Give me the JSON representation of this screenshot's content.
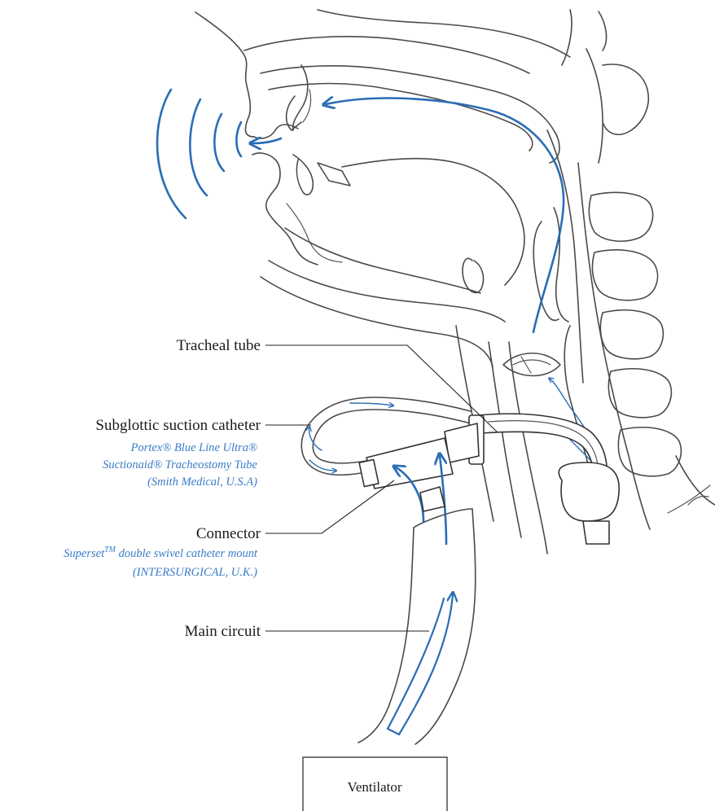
{
  "colors": {
    "flow": "#2a6db5",
    "subtitle": "#3a7bc8",
    "outline": "#4a4a4a",
    "text": "#1a1a1a"
  },
  "labels": {
    "tracheal_tube": "Tracheal tube",
    "subglottic": {
      "title": "Subglottic suction catheter",
      "line1": "Portex® Blue Line Ultra®",
      "line2": "Suctionaid® Tracheostomy Tube",
      "line3": "(Smith Medical, U.S.A)"
    },
    "connector": {
      "title": "Connector",
      "line1_prefix": "Superset",
      "line1_sup": "TM",
      "line1_rest": " double swivel catheter mount",
      "line2": "(INTERSURGICAL,  U.K.)"
    },
    "main_circuit": "Main circuit",
    "ventilator": "Ventilator"
  },
  "icons": [
    "sound-wave-icon",
    "airflow-arrow-icon"
  ]
}
